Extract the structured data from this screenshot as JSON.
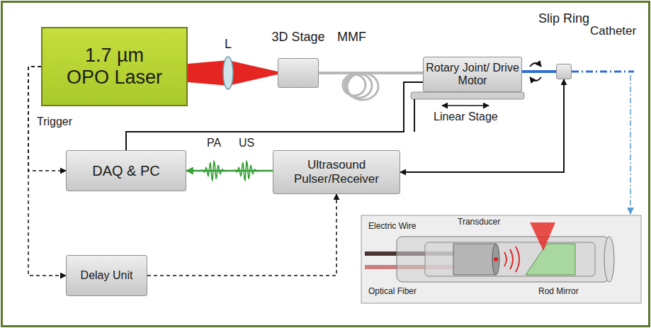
{
  "diagram": {
    "nodes": [
      {
        "text": [
          "1.7 µm OPO Laser"
        ]
      },
      {
        "text": [
          "3D Stage"
        ]
      },
      {
        "text": [
          "Rotary Joint/ Drive Motor"
        ]
      },
      {
        "text": [
          "Slip Ring"
        ]
      },
      {
        "text": [
          "DAQ & PC"
        ]
      },
      {
        "text": [
          "Ultrasound Pulser/Receiver"
        ]
      },
      {
        "text": [
          "Delay Unit"
        ]
      }
    ],
    "edges": [
      {
        "from": 1,
        "to": 2,
        "arrow": "none"
      },
      {
        "from": 2,
        "to": 3,
        "arrow": "none"
      },
      {
        "from": 0,
        "to": 4,
        "arrow": "to"
      },
      {
        "from": 0,
        "to": 6,
        "arrow": "to"
      },
      {
        "from": 6,
        "to": 5,
        "arrow": "to"
      },
      {
        "from": 5,
        "to": 4,
        "arrow": "to"
      },
      {
        "from": 5,
        "to": 3,
        "arrow": "both"
      },
      {
        "from": 4,
        "to": 2,
        "arrow": "none"
      }
    ],
    "labels": [
      "L",
      "MMF",
      "Linear Stage",
      "Catheter",
      "Trigger",
      "PA",
      "US",
      "Electric Wire",
      "Transducer",
      "Optical Fiber",
      "Rod Mirror"
    ]
  }
}
